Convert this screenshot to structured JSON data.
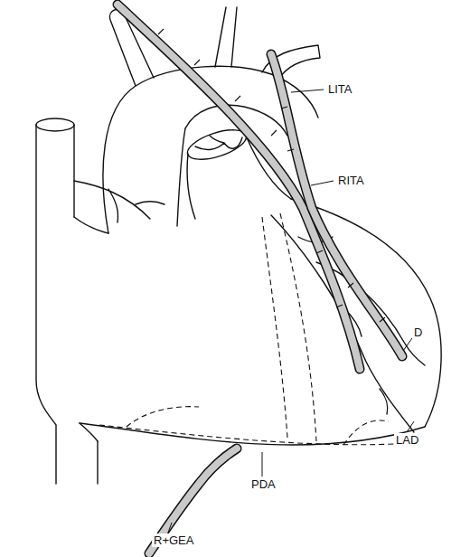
{
  "diagram": {
    "labels": [
      "LITA",
      "RITA",
      "D",
      "LAD",
      "PDA",
      "R+GEA"
    ]
  }
}
